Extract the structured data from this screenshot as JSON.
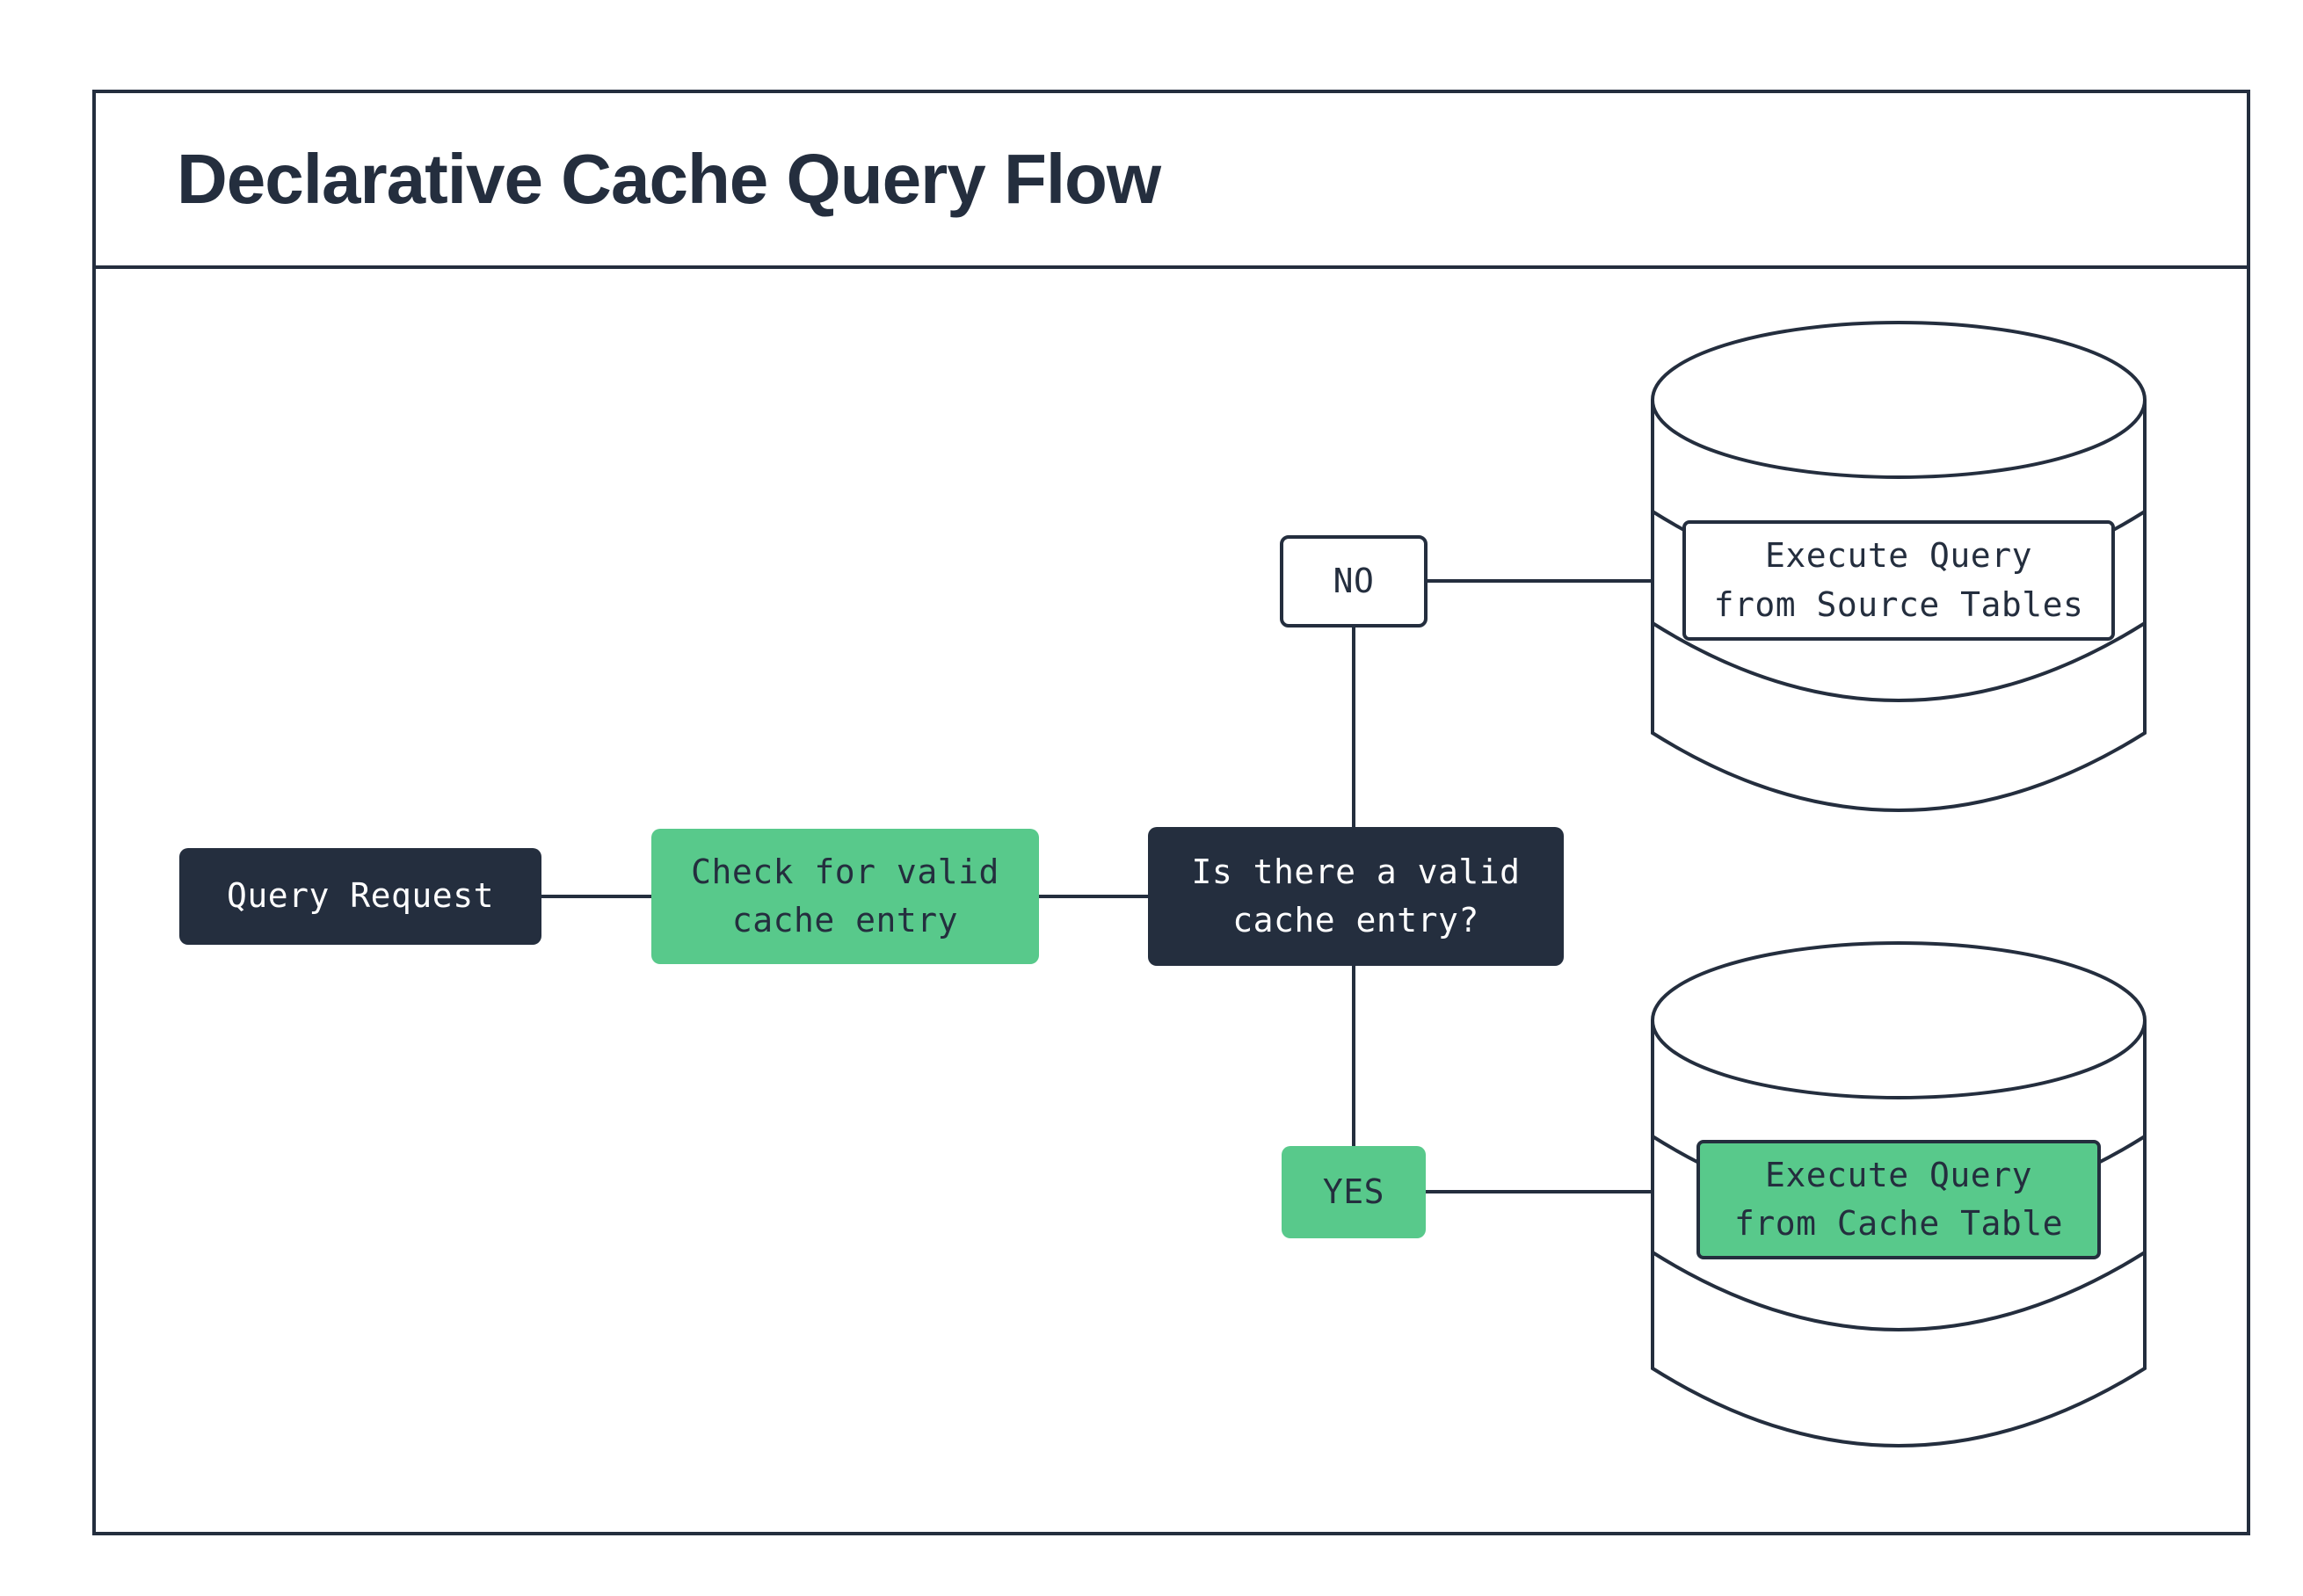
{
  "title": "Declarative Cache Query Flow",
  "nodes": {
    "query_request": {
      "label": "Query Request"
    },
    "check_cache": {
      "label": "Check for valid\ncache entry"
    },
    "decision": {
      "label": "Is there a valid\ncache entry?"
    },
    "no_branch": {
      "label": "NO"
    },
    "yes_branch": {
      "label": "YES"
    },
    "execute_source": {
      "label": "Execute Query\nfrom Source Tables"
    },
    "execute_cache": {
      "label": "Execute Query\nfrom Cache Table"
    }
  },
  "colors": {
    "dark": "#242e3e",
    "green": "#58c98b",
    "background": "#ffffff",
    "stroke": "#242e3e"
  }
}
